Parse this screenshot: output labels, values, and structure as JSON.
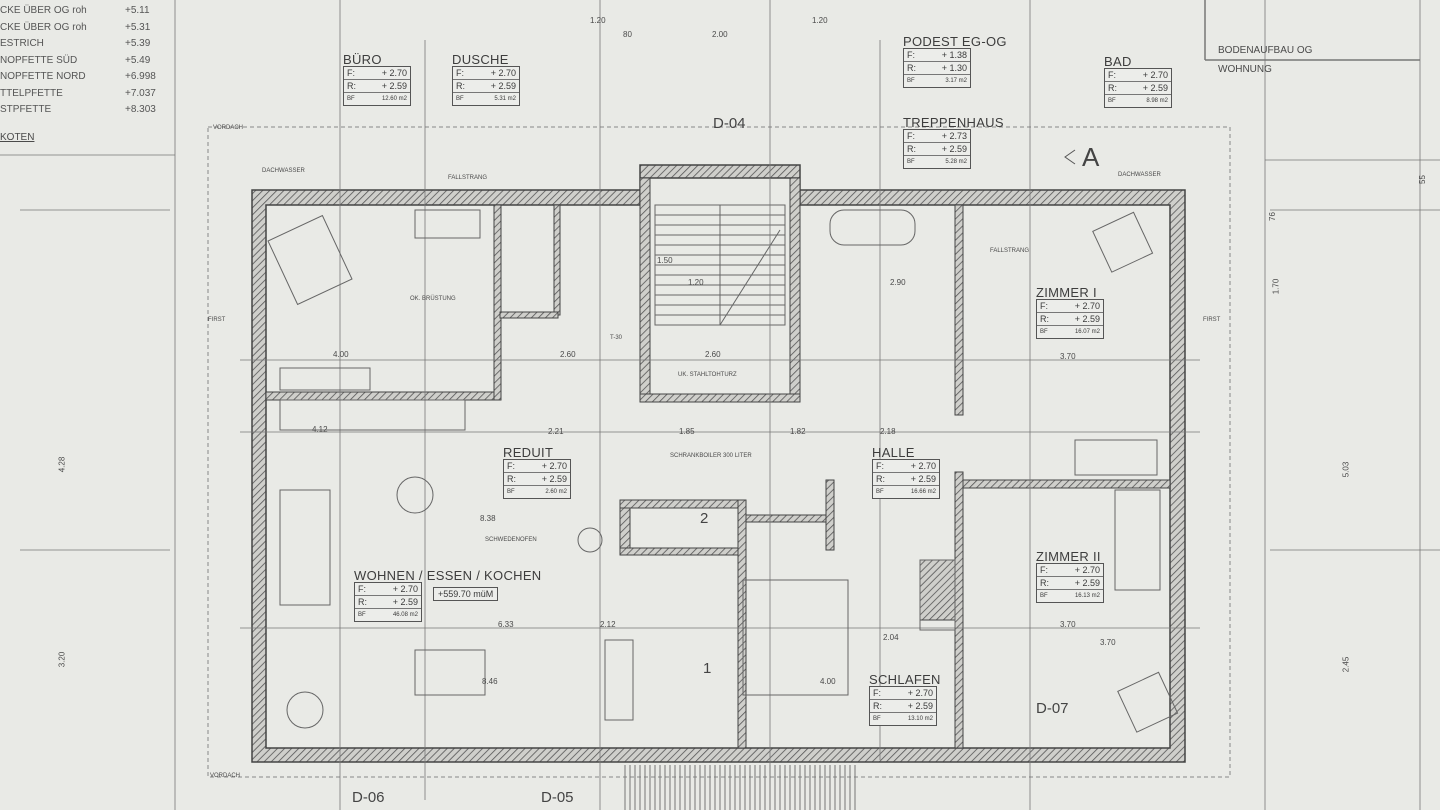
{
  "legend": {
    "rows": [
      {
        "label": "CKE ÜBER OG roh",
        "value": "+5.11"
      },
      {
        "label": "CKE ÜBER OG roh",
        "value": "+5.31"
      },
      {
        "label": "ESTRICH",
        "value": "+5.39"
      },
      {
        "label": "NOPFETTE SÜD",
        "value": "+5.49"
      },
      {
        "label": "NOPFETTE NORD",
        "value": "+6.998"
      },
      {
        "label": "TTELPFETTE",
        "value": "+7.037"
      },
      {
        "label": "STPFETTE",
        "value": "+8.303"
      }
    ],
    "footer": "KOTEN"
  },
  "floor_build": {
    "title": "BODENAUFBAU OG",
    "subtitle": "WOHNUNG"
  },
  "rooms": [
    {
      "name": "BÜRO",
      "f": "+ 2.70",
      "r": "+ 2.59",
      "area": "12.60 m2"
    },
    {
      "name": "DUSCHE",
      "f": "+ 2.70",
      "r": "+ 2.59",
      "area": "5.31 m2"
    },
    {
      "name": "PODEST EG-OG",
      "f": "+ 1.38",
      "r": "+ 1.30",
      "area": "3.17 m2"
    },
    {
      "name": "TREPPENHAUS",
      "f": "+ 2.73",
      "r": "+ 2.59",
      "area": "5.28 m2"
    },
    {
      "name": "BAD",
      "f": "+ 2.70",
      "r": "+ 2.59",
      "area": "8.98 m2"
    },
    {
      "name": "ZIMMER I",
      "f": "+ 2.70",
      "r": "+ 2.59",
      "area": "16.07 m2"
    },
    {
      "name": "REDUIT",
      "f": "+ 2.70",
      "r": "+ 2.59",
      "area": "2.60 m2"
    },
    {
      "name": "HALLE",
      "f": "+ 2.70",
      "r": "+ 2.59",
      "area": "16.66 m2"
    },
    {
      "name": "ZIMMER II",
      "f": "+ 2.70",
      "r": "+ 2.59",
      "area": "16.13 m2"
    },
    {
      "name": "WOHNEN / ESSEN / KOCHEN",
      "f": "+ 2.70",
      "r": "+ 2.59",
      "area": "46.08 m2"
    },
    {
      "name": "SCHLAFEN",
      "f": "+ 2.70",
      "r": "+ 2.59",
      "area": "13.10 m2"
    }
  ],
  "row_labels": {
    "f": "F:",
    "r": "R:",
    "area": "BF"
  },
  "elevation": "+559.70 müM",
  "details": [
    "D-04",
    "D-05",
    "D-06",
    "D-07"
  ],
  "section_mark": "A",
  "stair_numbers": [
    "1",
    "2"
  ],
  "annotations": [
    "DACHWASSER",
    "DACHWASSER",
    "FALLSTRANG",
    "FALLSTRANG",
    "FIRST",
    "FIRST",
    "VORDACH",
    "VORDACH",
    "SCHWEDENOFEN",
    "SCHRANKBOILER 300 LITER",
    "UK. STAHLTOHTURZ",
    "OK. BRÜSTUNG",
    "T-30"
  ],
  "dimensions": [
    "1.20",
    "80",
    "2.00",
    "1.20",
    "4.00",
    "2.60",
    "2.60",
    "3.70",
    "4.12",
    "2.21",
    "1.85",
    "1.82",
    "2.18",
    "8.38",
    "6.33",
    "2.12",
    "8.46",
    "4.00",
    "2.04",
    "3.70",
    "3.70",
    "1.20",
    "1.50",
    "2.90",
    "55",
    "76",
    "1.70",
    "4.28",
    "3.20",
    "2.45",
    "5.03"
  ]
}
